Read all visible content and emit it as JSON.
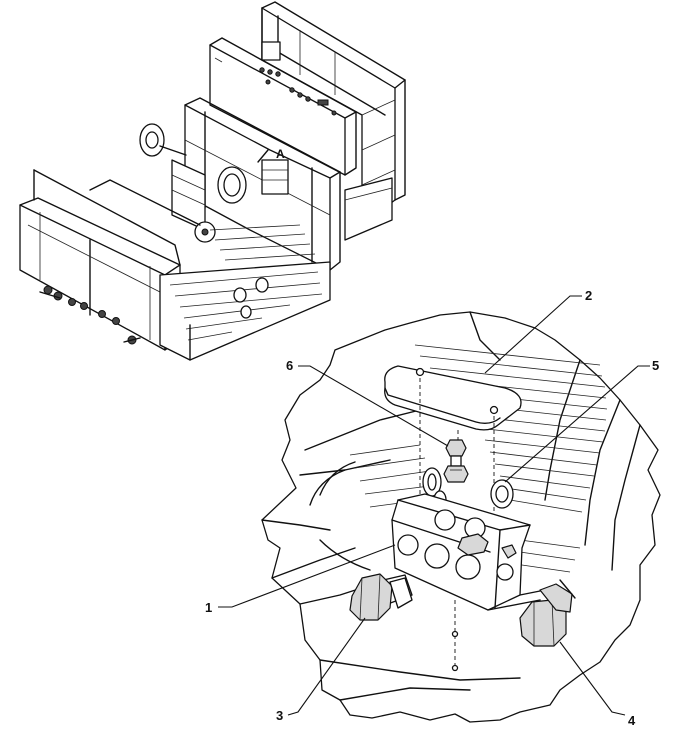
{
  "callouts": {
    "c1": "1",
    "c2": "2",
    "c3": "3",
    "c4": "4",
    "c5": "5",
    "c6": "6"
  },
  "machine_label": "A"
}
